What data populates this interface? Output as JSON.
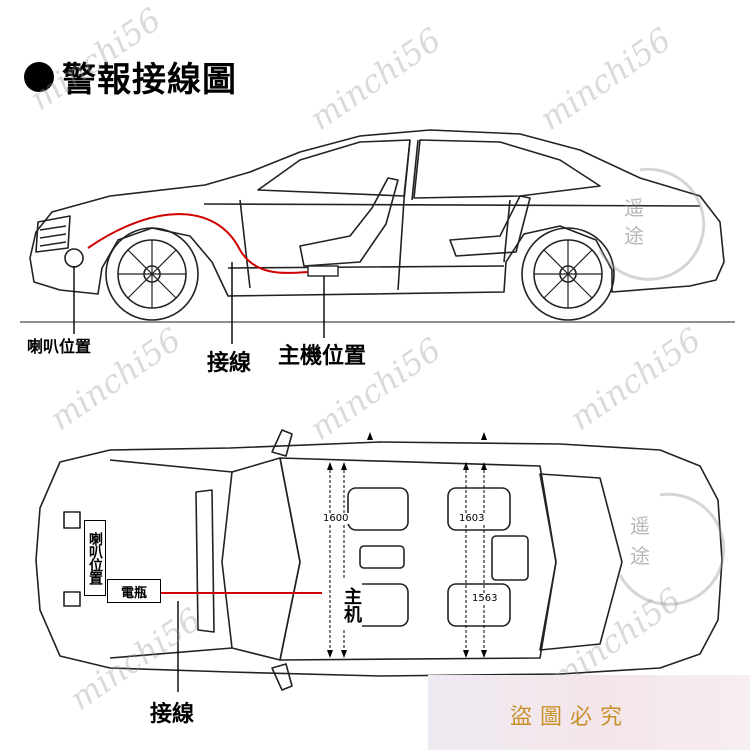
{
  "title": "警報接線圖",
  "side_view": {
    "speaker_label": "喇叭位置",
    "wire_label": "接線",
    "host_label": "主機位置"
  },
  "top_view": {
    "speaker_label": "喇叭位置",
    "battery_label": "電瓶",
    "host_label": "主机",
    "wire_label": "接線",
    "dimensions": [
      "1600",
      "1603",
      "1563"
    ]
  },
  "watermark": {
    "text": "minchi56",
    "seal_chars": [
      "遥",
      "途"
    ],
    "stamp_text": "盜圖必究"
  },
  "colors": {
    "wire": "#d10000",
    "line": "#222222",
    "stamp_text": "#c9902b"
  }
}
